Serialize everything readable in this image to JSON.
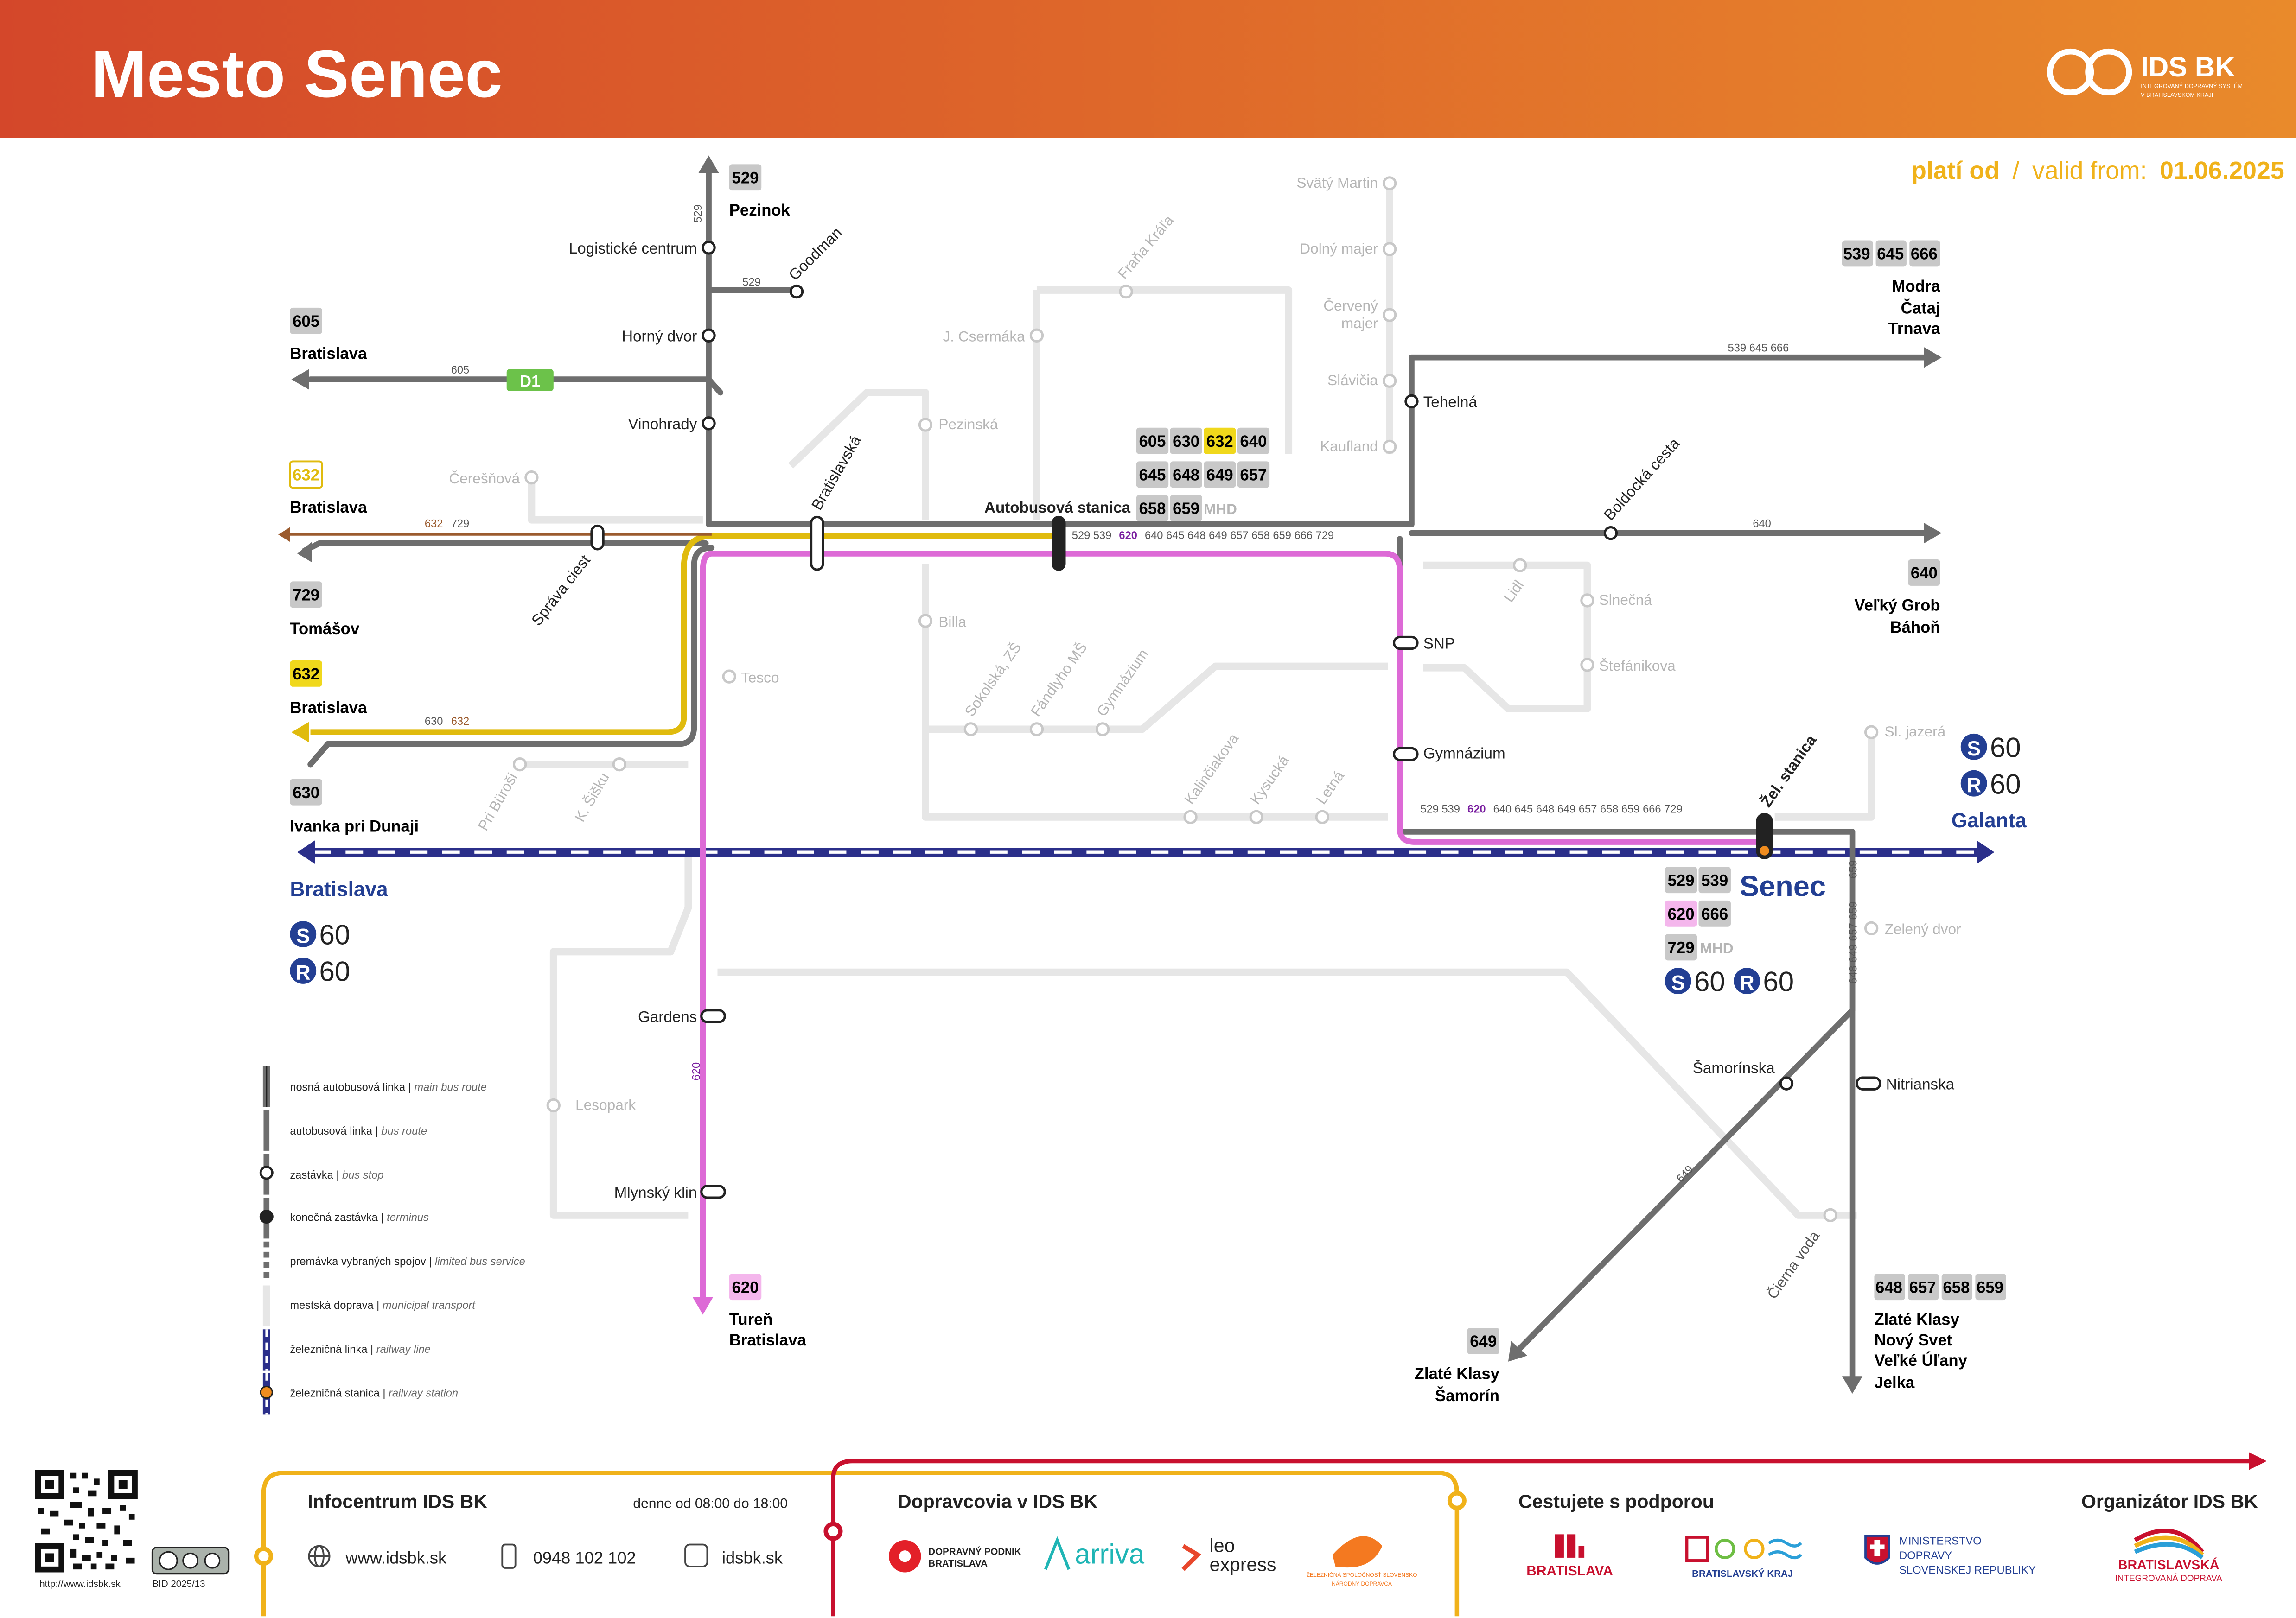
{
  "header": {
    "title": "Mesto Senec",
    "logo_text": "IDS BK",
    "logo_subtitle": [
      "INTEGROVANÝ DOPRAVNÝ SYSTÉM",
      "V BRATISLAVSKOM KRAJI"
    ],
    "valid_from_label_sk": "platí od",
    "valid_from_sep": "/",
    "valid_from_label_en": "valid from:",
    "valid_from_date": "01.06.2025"
  },
  "colors": {
    "header_start": "#d4472a",
    "header_end": "#e98a2b",
    "main_route": "#6e6e6e",
    "municipal": "#e6e6e6",
    "line_632": "#e0bb0e",
    "line_620": "#dd6ad6",
    "railway": "#2b2f8a",
    "badge": "#c8c8c8",
    "badge_632": "#f0d81c",
    "badge_620": "#f4b6ec",
    "rail_blue": "#233f93",
    "valid_yellow": "#f0b21a",
    "red": "#c8102e"
  },
  "destinations": {
    "north": {
      "badges": [
        "529"
      ],
      "names": [
        "Pezinok"
      ]
    },
    "nw_605": {
      "badges": [
        "605"
      ],
      "names": [
        "Bratislava"
      ]
    },
    "w_632": {
      "badges": [
        "632"
      ],
      "names": [
        "Bratislava"
      ]
    },
    "w_729": {
      "badges": [
        "729"
      ],
      "names": [
        "Tomášov"
      ]
    },
    "w_632b": {
      "badges": [
        "632"
      ],
      "names": [
        "Bratislava"
      ]
    },
    "w_630": {
      "badges": [
        "630"
      ],
      "names": [
        "Ivanka pri Dunaji"
      ]
    },
    "ne": {
      "badges": [
        "539",
        "645",
        "666"
      ],
      "names": [
        "Modra",
        "Čataj",
        "Trnava"
      ]
    },
    "e_640": {
      "badges": [
        "640"
      ],
      "names": [
        "Veľký Grob",
        "Báhoň"
      ]
    },
    "s_620": {
      "badges": [
        "620"
      ],
      "names": [
        "Tureň",
        "Bratislava"
      ]
    },
    "s_649": {
      "badges": [
        "649"
      ],
      "names": [
        "Zlaté Klasy",
        "Šamorín"
      ]
    },
    "se": {
      "badges": [
        "648",
        "657",
        "658",
        "659"
      ],
      "names": [
        "Zlaté Klasy",
        "Nový Svet",
        "Veľké Úľany",
        "Jelka"
      ]
    }
  },
  "rail": {
    "west_label": "Bratislava",
    "east_label": "Galanta",
    "s_line": "60",
    "r_line": "60",
    "s_letter": "S",
    "r_letter": "R"
  },
  "hub_autobusova": {
    "name": "Autobusová stanica",
    "rows": [
      [
        "605",
        "630",
        "632",
        "640"
      ],
      [
        "645",
        "648",
        "649",
        "657"
      ],
      [
        "658",
        "659",
        "MHD"
      ]
    ]
  },
  "hub_senec": {
    "city": "Senec",
    "station": "Žel. stanica",
    "rows": [
      [
        "529",
        "539"
      ],
      [
        "620",
        "666"
      ],
      [
        "729",
        "MHD"
      ]
    ]
  },
  "stops_main": [
    "Logistické centrum",
    "Goodman",
    "Horný dvor",
    "Vinohrady",
    "Bratislavská",
    "Správa ciest",
    "Tehelná",
    "Boldocká cesta",
    "SNP",
    "Gymnázium",
    "Gardens",
    "Mlynský klin",
    "Šamorínska",
    "Nitrianska"
  ],
  "stops_municipal": [
    "Svätý Martin",
    "Dolný majer",
    "Červený",
    "majer",
    "Slávičia",
    "Kaufland",
    "Fraňa Kráľa",
    "J. Csermáka",
    "Pezinská",
    "Čerešňová",
    "Billa",
    "Tesco",
    "Lidl",
    "Slnečná",
    "Štefánikova",
    "Sokolská, ZŠ",
    "Fándlyho MŠ",
    "Gymnázium",
    "Kalinčiakova",
    "Kysucká",
    "Letná",
    "Pri Büroši",
    "K. Šišku",
    "Sl. jazerá",
    "Zelený dvor",
    "Lesopark",
    "Čierna voda"
  ],
  "route_labels": {
    "l529a": "529",
    "l529b": "529",
    "l605": "605",
    "d1": "D1",
    "l632": "632",
    "l729": "729",
    "l630": "630",
    "l632b": "632",
    "ne_lines": "539  645  666",
    "l640": "640",
    "trunk_pre": "529  539",
    "trunk_620": "620",
    "trunk_post": "640  645  648  649  657  658  659  666  729",
    "senec_pre": "529  539",
    "senec_620": "620",
    "senec_post": "640  645  648  649  657  658  659  666  729",
    "l620": "620",
    "l649": "649",
    "vertical_se": "648  649  657  659",
    "vertical_se2": "659"
  },
  "legend": [
    {
      "sk": "nosná autobusová linka",
      "en": "main bus route"
    },
    {
      "sk": "autobusová linka",
      "en": "bus route"
    },
    {
      "sk": "zastávka",
      "en": "bus stop"
    },
    {
      "sk": "konečná zastávka",
      "en": "terminus"
    },
    {
      "sk": "premávka vybraných spojov",
      "en": "limited bus service"
    },
    {
      "sk": "mestská doprava",
      "en": "municipal transport"
    },
    {
      "sk": "železničná linka",
      "en": "railway line"
    },
    {
      "sk": "železničná stanica",
      "en": "railway station"
    }
  ],
  "footer": {
    "qr_url": "http://www.idsbk.sk",
    "bid": "BID 2025/13",
    "cc_text": "cc  by  sa",
    "info_title": "Infocentrum IDS BK",
    "hours": "denne od 08:00 do 18:00",
    "web": "www.idsbk.sk",
    "phone": "0948 102 102",
    "fb": "idsbk.sk",
    "carriers_title": "Dopravcovia v IDS BK",
    "dpb": [
      "DOPRAVNÝ PODNIK",
      "BRATISLAVA"
    ],
    "arriva": "arriva",
    "leo": [
      "leo",
      "express"
    ],
    "zssk": [
      "ŽELEZNIČNÁ SPOLOČNOSŤ SLOVENSKO",
      "NÁRODNÝ DOPRAVCA"
    ],
    "support_title": "Cestujete s podporou",
    "bratislava": "BRATISLAVA",
    "bsk": "BRATISLAVSKÝ KRAJ",
    "ministry": [
      "MINISTERSTVO",
      "DOPRAVY",
      "SLOVENSKEJ REPUBLIKY"
    ],
    "organizer_title": "Organizátor IDS BK",
    "bid_org": [
      "BRATISLAVSKÁ",
      "INTEGROVANÁ DOPRAVA"
    ]
  }
}
